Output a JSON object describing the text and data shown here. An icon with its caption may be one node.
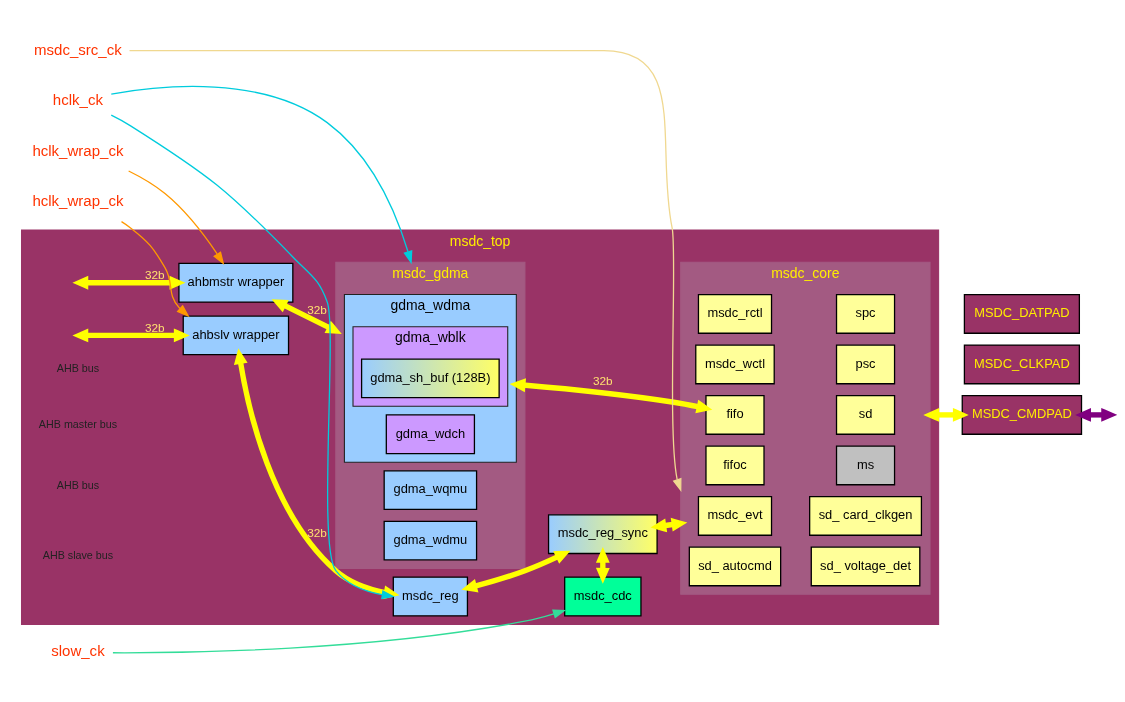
{
  "diagram": {
    "nodes": [
      {
        "text": [
          "msdc_top"
        ]
      },
      {
        "text": [
          "msdc_gdma"
        ],
        "in": 0
      },
      {
        "text": [
          "gdma_wqmu"
        ],
        "in": 1
      },
      {
        "text": [
          "gdma_wdmu"
        ],
        "in": 1
      },
      {
        "text": [
          "gdma_wdma"
        ],
        "in": 1
      },
      {
        "text": [
          "gdma_wdch"
        ],
        "in": 4
      },
      {
        "text": [
          "gdma_wblk"
        ],
        "in": 4
      },
      {
        "text": [
          "gdma_sh_buf (128B)"
        ],
        "in": 6
      },
      {
        "text": [
          "msdc_core"
        ],
        "in": 0
      },
      {
        "text": [
          "msdc_rctl"
        ],
        "in": 8
      },
      {
        "text": [
          "spc"
        ],
        "in": 8
      },
      {
        "text": [
          "msdc_wctl"
        ],
        "in": 8
      },
      {
        "text": [
          "psc"
        ],
        "in": 8
      },
      {
        "text": [
          "fifo"
        ],
        "in": 8
      },
      {
        "text": [
          "sd"
        ],
        "in": 8
      },
      {
        "text": [
          "fifoc"
        ],
        "in": 8
      },
      {
        "text": [
          "ms"
        ],
        "in": 8
      },
      {
        "text": [
          "msdc_evt"
        ],
        "in": 8
      },
      {
        "text": [
          "sd_ card_clkgen"
        ],
        "in": 8
      },
      {
        "text": [
          "sd_ autocmd"
        ],
        "in": 8
      },
      {
        "text": [
          "sd_ voltage_det"
        ],
        "in": 8
      },
      {
        "text": [
          "ahbmstr wrapper"
        ],
        "in": 0
      },
      {
        "text": [
          "ahbslv wrapper"
        ],
        "in": 0
      },
      {
        "text": [
          "msdc_reg"
        ],
        "in": 0
      },
      {
        "text": [
          "msdc_reg_sync"
        ],
        "in": 0
      },
      {
        "text": [
          "msdc_cdc"
        ],
        "in": 0
      },
      {
        "text": [
          "MSDC_CLKPAD"
        ]
      },
      {
        "text": [
          "MSDC_CMDPAD"
        ]
      },
      {
        "text": [
          "MSDC_DATPAD"
        ]
      },
      {
        "text": [
          "hclk_wrap_ck"
        ]
      },
      {
        "text": [
          "hclk_ck"
        ]
      },
      {
        "text": [
          "hclk_wrap_ck"
        ]
      },
      {
        "text": [
          "slow_ck"
        ]
      },
      {
        "text": [
          "msdc_src_ck"
        ]
      }
    ],
    "edges": [
      {
        "from": 29,
        "to": 21,
        "arrow": "to",
        "color": "#ff9900"
      },
      {
        "from": null,
        "to": 21,
        "arrow": "both",
        "label": "32b"
      },
      {
        "from": 21,
        "to": 1,
        "arrow": "both",
        "label": "32b"
      },
      {
        "from": 30,
        "to": 1,
        "arrow": "to",
        "color": "#00ccdd"
      },
      {
        "from": 30,
        "to": 23,
        "arrow": "to",
        "color": "#00ccdd"
      },
      {
        "from": 31,
        "to": 22,
        "arrow": "to",
        "color": "#ff9900"
      },
      {
        "from": null,
        "to": 22,
        "arrow": "both",
        "label": "32b"
      },
      {
        "from": 22,
        "to": 23,
        "arrow": "both",
        "label": "32b"
      },
      {
        "from": 23,
        "to": 24,
        "arrow": "both"
      },
      {
        "from": 24,
        "to": 8,
        "arrow": "both"
      },
      {
        "from": 24,
        "to": 25,
        "arrow": "both"
      },
      {
        "from": 32,
        "to": 25,
        "arrow": "to",
        "color": "#33dd99"
      },
      {
        "from": 33,
        "to": 8,
        "arrow": "to",
        "color": "#f0d890"
      },
      {
        "from": 4,
        "to": 13,
        "arrow": "both",
        "label": "32b"
      },
      {
        "from": 8,
        "to": 27,
        "arrow": "both"
      },
      {
        "from": 27,
        "to": null,
        "arrow": "both",
        "color": "#800080"
      }
    ],
    "labels": [
      "AHB bus",
      "AHB master bus",
      "AHB bus",
      "AHB slave bus"
    ]
  }
}
